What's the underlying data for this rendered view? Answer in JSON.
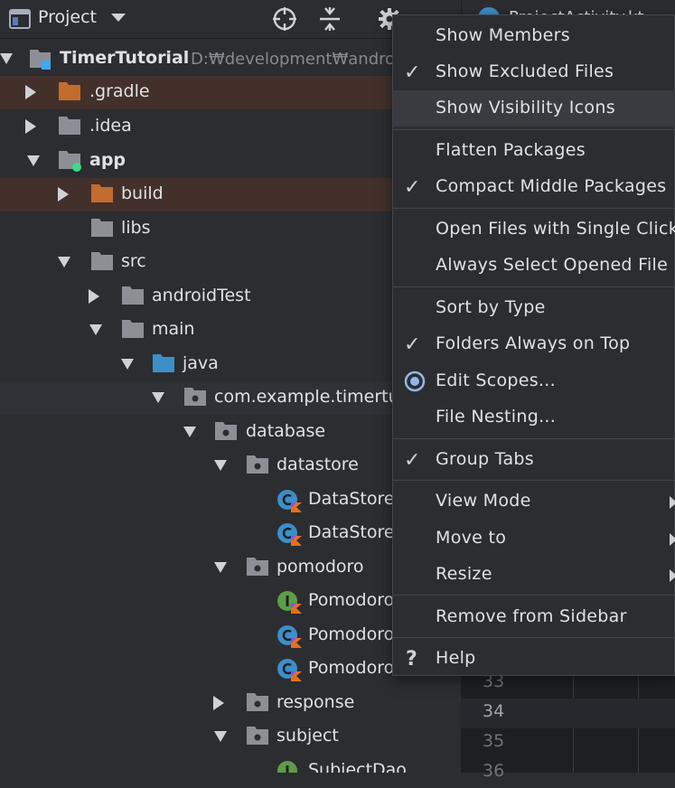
{
  "toolbar": {
    "title": "Project"
  },
  "editor_tab": {
    "label": "ProjectActivity.kt"
  },
  "tree": {
    "root": {
      "label": "TimerTutorial",
      "path": "D:₩development₩andro"
    },
    "items": [
      {
        "label": ".gradle"
      },
      {
        "label": ".idea"
      },
      {
        "label": "app"
      },
      {
        "label": "build"
      },
      {
        "label": "libs"
      },
      {
        "label": "src"
      },
      {
        "label": "androidTest"
      },
      {
        "label": "main"
      },
      {
        "label": "java"
      },
      {
        "label": "com.example.timertu"
      },
      {
        "label": "database"
      },
      {
        "label": "datastore"
      },
      {
        "label": "DataStore"
      },
      {
        "label": "DataStore"
      },
      {
        "label": "pomodoro"
      },
      {
        "label": "Pomodoro"
      },
      {
        "label": "Pomodoro"
      },
      {
        "label": "Pomodoro"
      },
      {
        "label": "response"
      },
      {
        "label": "subject"
      },
      {
        "label": "SubjectDao"
      }
    ]
  },
  "gutter": {
    "lines": [
      "33",
      "34",
      "35",
      "36"
    ]
  },
  "menu": {
    "items": [
      {
        "label": "Show Members",
        "checked": false
      },
      {
        "label": "Show Excluded Files",
        "checked": true
      },
      {
        "label": "Show Visibility Icons",
        "checked": false
      },
      {
        "label": "Flatten Packages",
        "checked": false
      },
      {
        "label": "Compact Middle Packages",
        "checked": true
      },
      {
        "label": "Open Files with Single Click",
        "checked": false
      },
      {
        "label": "Always Select Opened File",
        "checked": false
      },
      {
        "label": "Sort by Type",
        "checked": false
      },
      {
        "label": "Folders Always on Top",
        "checked": true
      },
      {
        "label": "Edit Scopes...",
        "checked": false
      },
      {
        "label": "File Nesting...",
        "checked": false
      },
      {
        "label": "Group Tabs",
        "checked": true
      },
      {
        "label": "View Mode",
        "checked": false
      },
      {
        "label": "Move to",
        "checked": false
      },
      {
        "label": "Resize",
        "checked": false
      },
      {
        "label": "Remove from Sidebar",
        "checked": false
      },
      {
        "label": "Help",
        "checked": false
      }
    ],
    "check_glyph": "✓",
    "help_glyph": "?"
  },
  "colors": {
    "background": "#2b2d30",
    "excluded_highlight": "#43302a",
    "folder_grey": "#8c9096",
    "folder_orange": "#c46b2e",
    "folder_blue": "#3d8ec9"
  }
}
